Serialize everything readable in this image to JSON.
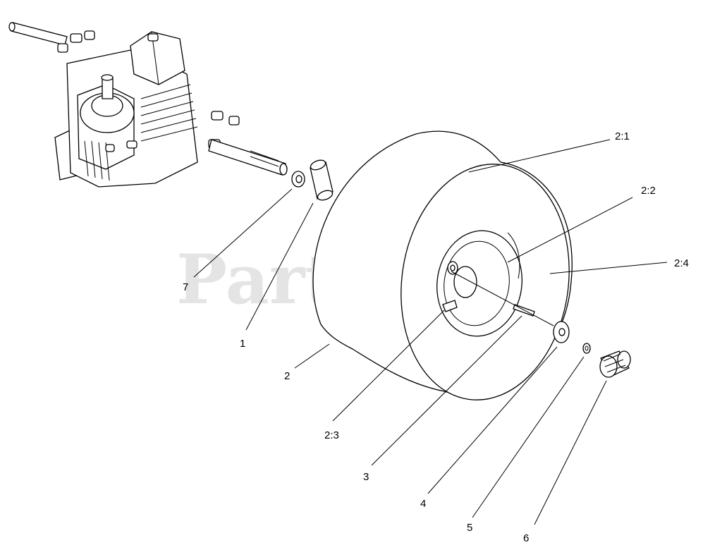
{
  "watermark": {
    "text": "PartsTree"
  },
  "callouts": [
    {
      "id": "2-1",
      "label": "2:1"
    },
    {
      "id": "2-2",
      "label": "2:2"
    },
    {
      "id": "2-4",
      "label": "2:4"
    },
    {
      "id": "7",
      "label": "7"
    },
    {
      "id": "1",
      "label": "1"
    },
    {
      "id": "2",
      "label": "2"
    },
    {
      "id": "2-3",
      "label": "2:3"
    },
    {
      "id": "3",
      "label": "3"
    },
    {
      "id": "4",
      "label": "4"
    },
    {
      "id": "5",
      "label": "5"
    },
    {
      "id": "6",
      "label": "6"
    }
  ]
}
